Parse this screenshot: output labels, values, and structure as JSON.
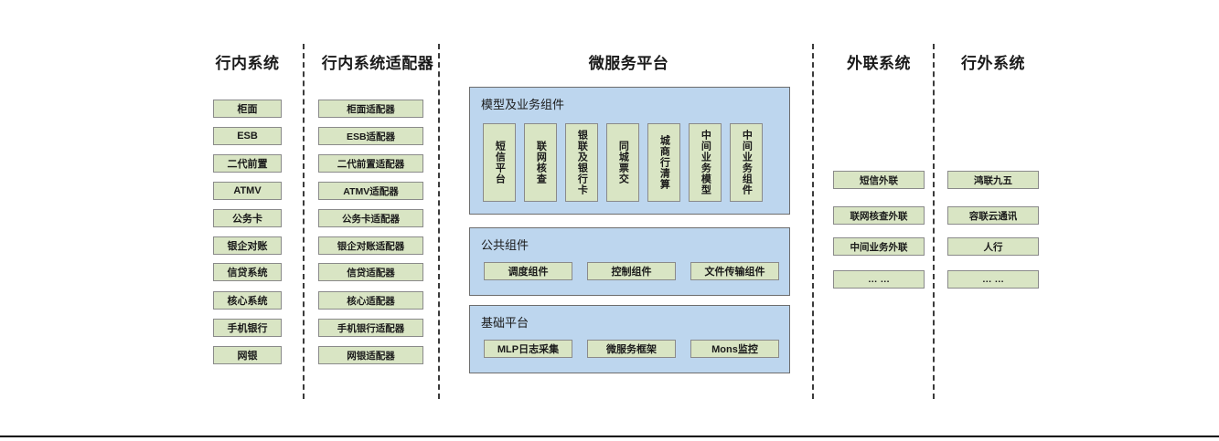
{
  "diagram": {
    "columns": [
      {
        "id": "internal-systems",
        "title": "行内系统",
        "items": [
          "柜面",
          "ESB",
          "二代前置",
          "ATMV",
          "公务卡",
          "银企对账",
          "信贷系统",
          "核心系统",
          "手机银行",
          "网银"
        ]
      },
      {
        "id": "internal-system-adapters",
        "title": "行内系统适配器",
        "items": [
          "柜面适配器",
          "ESB适配器",
          "二代前置适配器",
          "ATMV适配器",
          "公务卡适配器",
          "银企对账适配器",
          "信贷适配器",
          "核心适配器",
          "手机银行适配器",
          "网银适配器"
        ]
      },
      {
        "id": "microservice-platform",
        "title": "微服务平台",
        "panels": [
          {
            "id": "model-business-components",
            "title": "模型及业务组件",
            "orientation": "vertical",
            "items": [
              "短信平台",
              "联网核查",
              "银联及银行卡",
              "同城票交",
              "城商行清算",
              "中间业务模型",
              "中间业务组件"
            ]
          },
          {
            "id": "public-components",
            "title": "公共组件",
            "orientation": "horizontal",
            "items": [
              "调度组件",
              "控制组件",
              "文件传输组件"
            ]
          },
          {
            "id": "base-platform",
            "title": "基础平台",
            "orientation": "horizontal",
            "items": [
              "MLP日志采集",
              "微服务框架",
              "Mons监控"
            ]
          }
        ]
      },
      {
        "id": "external-link-systems",
        "title": "外联系统",
        "items": [
          "短信外联",
          "联网核查外联",
          "中间业务外联",
          "… …"
        ]
      },
      {
        "id": "outside-bank-systems",
        "title": "行外系统",
        "items": [
          "鸿联九五",
          "容联云通讯",
          "人行",
          "… …"
        ]
      }
    ],
    "colors": {
      "node_fill": "#d9e5c4",
      "node_border": "#8a8a8a",
      "panel_fill": "#bdd6ee",
      "panel_border": "#6d6d6d",
      "divider": "#3b3b3b",
      "text": "#1a1a1a"
    }
  }
}
